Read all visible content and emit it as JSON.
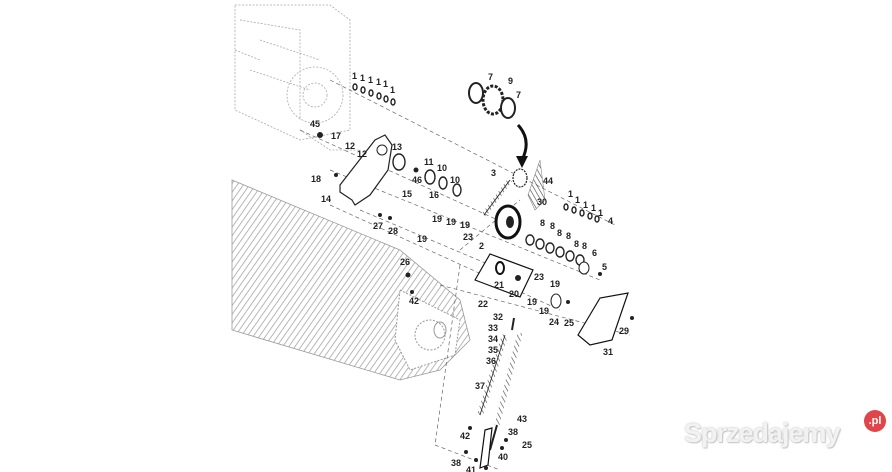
{
  "diagram": {
    "title": "",
    "part_labels": [
      "1",
      "1",
      "1",
      "1",
      "1",
      "1",
      "7",
      "9",
      "7",
      "45",
      "17",
      "12",
      "12",
      "13",
      "11",
      "10",
      "10",
      "18",
      "46",
      "3",
      "44",
      "14",
      "15",
      "16",
      "30",
      "1",
      "1",
      "1",
      "1",
      "1",
      "4",
      "27",
      "28",
      "19",
      "19",
      "19",
      "23",
      "19",
      "8",
      "8",
      "8",
      "8",
      "8",
      "8",
      "6",
      "5",
      "2",
      "26",
      "42",
      "21",
      "20",
      "22",
      "23",
      "19",
      "19",
      "19",
      "24",
      "25",
      "29",
      "31",
      "32",
      "33",
      "34",
      "35",
      "36",
      "37",
      "43",
      "42",
      "38",
      "25",
      "40",
      "38",
      "41"
    ]
  },
  "watermark": {
    "text": "Sprzedajemy",
    "badge": ".pl",
    "badge_color": "#e0454a"
  }
}
